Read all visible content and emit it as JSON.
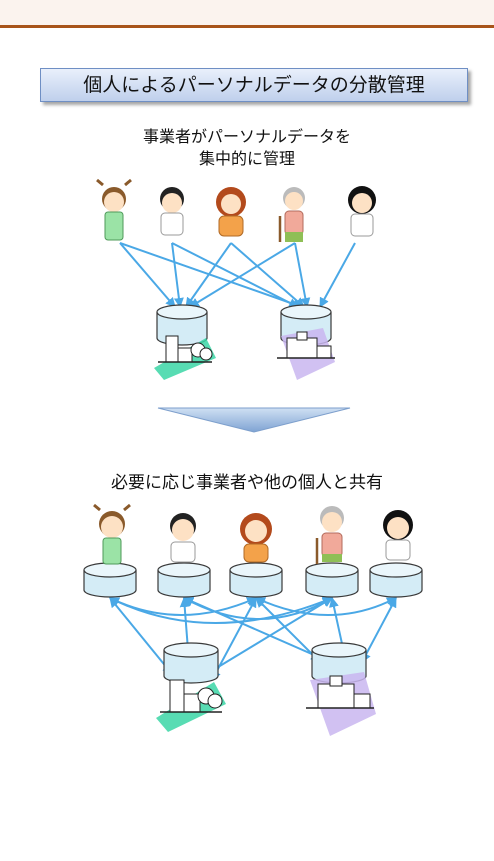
{
  "header": {
    "title": "個人によるパーソナルデータの分散管理"
  },
  "top_section": {
    "caption_line1": "事業者がパーソナルデータを",
    "caption_line2": "集中的に管理"
  },
  "bottom_section": {
    "caption": "必要に応じ事業者や他の個人と共有"
  },
  "colors": {
    "arrow": "#4aa8e6",
    "database": "#d4ecf6",
    "title_bg": "#c8d8f0",
    "top_rule": "#a8541a"
  },
  "icons": {
    "people": [
      "girl-icon",
      "boy-icon",
      "woman-icon",
      "elderly-man-icon",
      "young-woman-icon"
    ],
    "businesses": [
      "company-office-icon",
      "hospital-icon"
    ],
    "transition": "down-chevron-icon"
  }
}
